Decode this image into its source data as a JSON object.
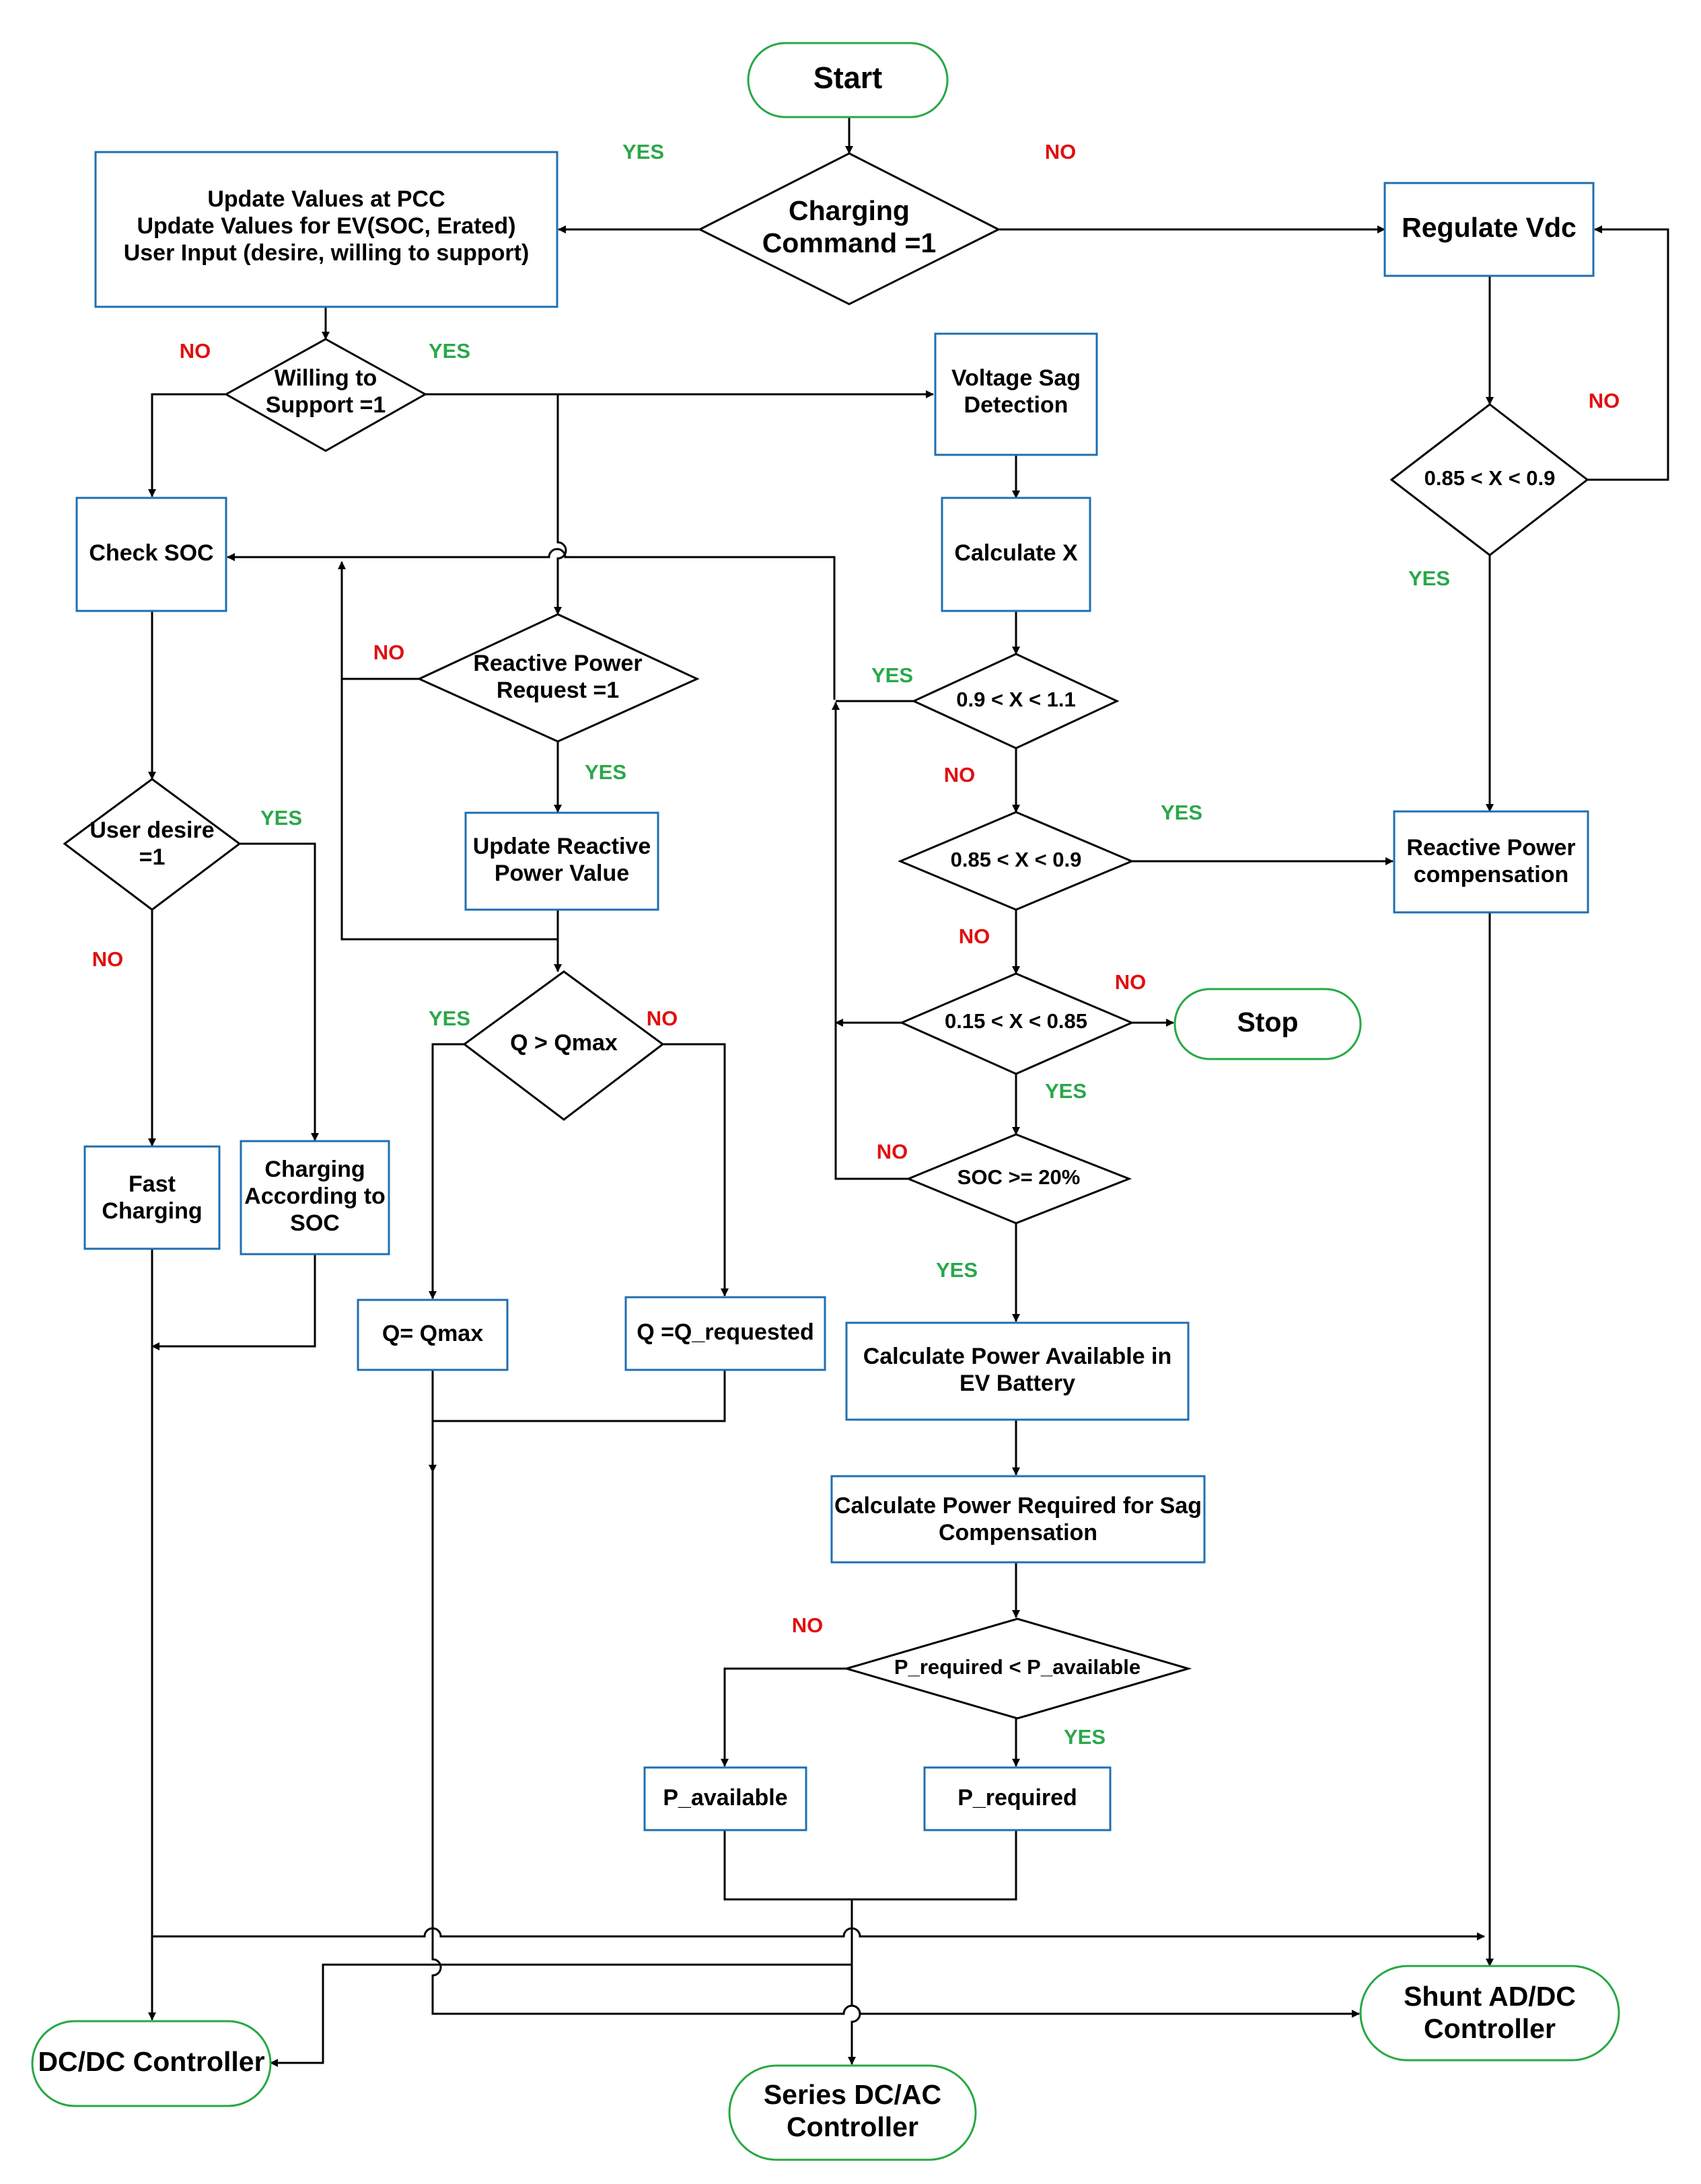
{
  "nodes": {
    "start": "Start",
    "charging_command": [
      "Charging",
      "Command =1"
    ],
    "update_values": [
      "Update Values at PCC",
      "Update Values for EV(SOC, Erated)",
      "User Input (desire, willing to support)"
    ],
    "regulate_vdc": "Regulate Vdc",
    "willing_to_support": [
      "Willing to",
      "Support =1"
    ],
    "voltage_sag_detection": [
      "Voltage Sag",
      "Detection"
    ],
    "vdc_range_check": "0.85 < X < 0.9",
    "check_soc": "Check  SOC",
    "calculate_x": "Calculate X",
    "reactive_power_request": [
      "Reactive Power",
      "Request =1"
    ],
    "x_range_1": "0.9 < X < 1.1",
    "user_desire": [
      "User desire",
      "=1"
    ],
    "update_reactive_power": [
      "Update Reactive",
      "Power Value"
    ],
    "x_range_2": "0.85 < X < 0.9",
    "reactive_power_compensation": [
      "Reactive Power",
      "compensation"
    ],
    "q_check": "Q > Qmax",
    "x_range_3": "0.15 < X < 0.85",
    "stop": "Stop",
    "fast_charging": [
      "Fast",
      "Charging"
    ],
    "charging_according_soc": [
      "Charging",
      "According to",
      "SOC"
    ],
    "soc_check": "SOC >= 20%",
    "q_equals_qmax": "Q= Qmax",
    "q_equals_requested": "Q =Q_requested",
    "calc_power_available": [
      "Calculate Power Available in",
      "EV Battery"
    ],
    "calc_power_required": [
      "Calculate Power Required for Sag",
      "Compensation"
    ],
    "p_compare": "P_required < P_available",
    "p_available": "P_available",
    "p_required": "P_required",
    "shunt_controller": [
      "Shunt AD/DC",
      "Controller"
    ],
    "dcdc_controller": "DC/DC Controller",
    "series_controller": [
      "Series DC/AC",
      "Controller"
    ]
  },
  "edge_labels": {
    "charging_yes": "YES",
    "charging_no": "NO",
    "willing_no": "NO",
    "willing_yes": "YES",
    "vdc_no": "NO",
    "vdc_yes": "YES",
    "reactive_no": "NO",
    "reactive_yes": "YES",
    "x1_yes": "YES",
    "x1_no": "NO",
    "user_desire_yes": "YES",
    "user_desire_no": "NO",
    "x2_yes": "YES",
    "x2_no": "NO",
    "q_yes": "YES",
    "q_no": "NO",
    "x3_no": "NO",
    "x3_yes": "YES",
    "soc_no": "NO",
    "soc_yes": "YES",
    "p_no": "NO",
    "p_yes": "YES"
  },
  "colors": {
    "process_border": "#1f6fb2",
    "terminal_border": "#27a843",
    "decision_border": "#000000",
    "yes_label": "#2aa84a",
    "no_label": "#e01010"
  }
}
